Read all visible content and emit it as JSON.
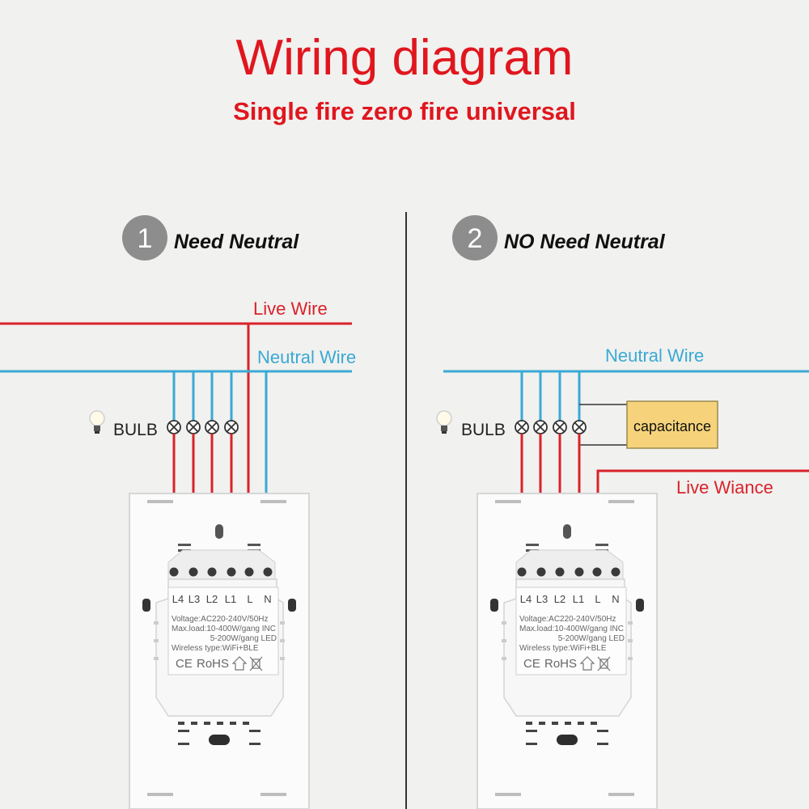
{
  "header": {
    "title": "Wiring diagram",
    "subtitle": "Single fire zero fire universal"
  },
  "colors": {
    "red": "#e0161e",
    "live": "#d9222a",
    "neutral": "#3aa9d5",
    "cap_fill": "#f6d37a",
    "badge": "#8d8d8d"
  },
  "panels": [
    {
      "number": "1",
      "heading": "Need Neutral",
      "live_label": "Live Wire",
      "neutral_label": "Neutral Wire",
      "bulb_label": "BULB"
    },
    {
      "number": "2",
      "heading": "NO Need Neutral",
      "live_label": "Live Wiance",
      "neutral_label": "Neutral Wire",
      "bulb_label": "BULB",
      "capacitor_label": "capacitance"
    }
  ],
  "device": {
    "terminals": [
      "L4",
      "L3",
      "L2",
      "L1",
      "L",
      "N"
    ],
    "spec_lines": [
      "Voltage:AC220-240V/50Hz",
      "Max.load:10-400W/gang  INC",
      "5-200W/gang  LED",
      "Wireless type:WiFi+BLE"
    ],
    "cert_marks": [
      "CE",
      "RoHS"
    ]
  }
}
